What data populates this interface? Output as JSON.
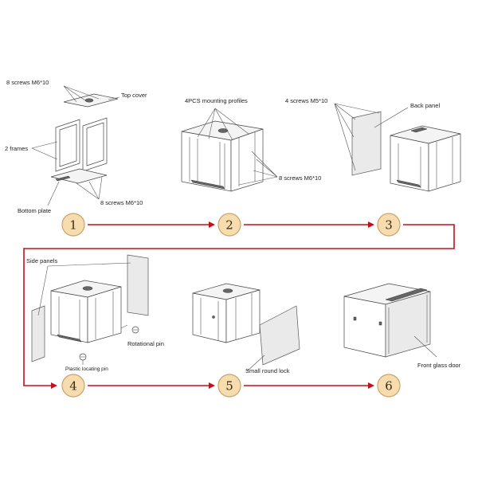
{
  "steps": [
    {
      "number": "1"
    },
    {
      "number": "2"
    },
    {
      "number": "3"
    },
    {
      "number": "4"
    },
    {
      "number": "5"
    },
    {
      "number": "6"
    }
  ],
  "labels": {
    "screws_top": "8  screws M6*10",
    "top_cover": "Top cover",
    "frames": "2 frames",
    "screws_bottom": "8  screws M6*10",
    "bottom_plate": "Bottom plate",
    "mounting_profiles": "4PCS  mounting profiles",
    "screws_profiles": "8  screws M6*10",
    "screws_back": "4  screws M5*10",
    "back_panel": "Back panel",
    "side_panels": "Side panels",
    "rotational_pin": "Rotational pin",
    "plastic_pin": "Plastic locating pin",
    "round_lock": "Small round lock",
    "front_glass_door": "Front glass door"
  },
  "colors": {
    "flow_arrow": "#c0121c",
    "step_circle_fill": "#f6dcae",
    "step_circle_stroke": "#c9a26a"
  }
}
